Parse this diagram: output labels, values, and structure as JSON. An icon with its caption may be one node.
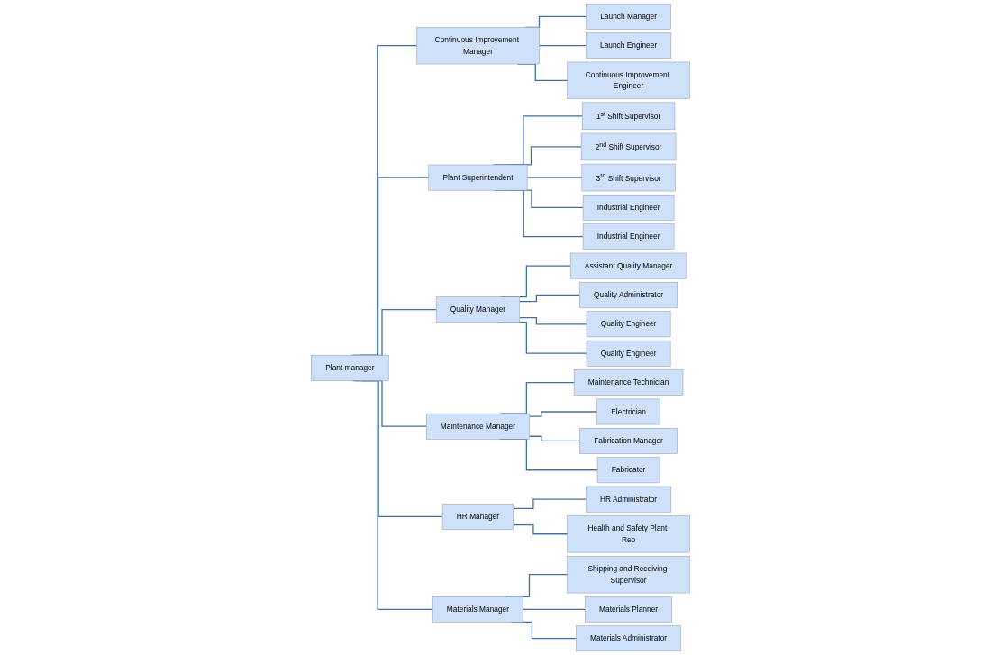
{
  "diagram": {
    "nodes": [
      {
        "text": [
          "Plant manager"
        ]
      },
      {
        "text": [
          "Continuous Improvement Manager"
        ]
      },
      {
        "text": [
          "Plant Superintendent"
        ]
      },
      {
        "text": [
          "Quality Manager"
        ]
      },
      {
        "text": [
          "Maintenance Manager"
        ]
      },
      {
        "text": [
          "HR Manager"
        ]
      },
      {
        "text": [
          "Materials Manager"
        ]
      },
      {
        "text": [
          "Launch Manager"
        ]
      },
      {
        "text": [
          "Launch Engineer"
        ]
      },
      {
        "text": [
          "Continuous Improvement Engineer"
        ]
      },
      {
        "text": [
          "1$^{st}$ Shift Supervisor"
        ]
      },
      {
        "text": [
          "2$^{nd}$ Shift Supervisor"
        ]
      },
      {
        "text": [
          "3$^{rd}$ Shift Supervisor"
        ]
      },
      {
        "text": [
          "Industrial Engineer"
        ]
      },
      {
        "text": [
          "Industrial Engineer"
        ]
      },
      {
        "text": [
          "Assistant Quality Manager"
        ]
      },
      {
        "text": [
          "Quality Administrator"
        ]
      },
      {
        "text": [
          "Quality Engineer"
        ]
      },
      {
        "text": [
          "Quality Engineer"
        ]
      },
      {
        "text": [
          "Maintenance Technician"
        ]
      },
      {
        "text": [
          "Electrician"
        ]
      },
      {
        "text": [
          "Fabrication Manager"
        ]
      },
      {
        "text": [
          "Fabricator"
        ]
      },
      {
        "text": [
          "HR Administrator"
        ]
      },
      {
        "text": [
          "Health and Safety Plant Rep"
        ]
      },
      {
        "text": [
          "Shipping and Receiving Supervisor"
        ]
      },
      {
        "text": [
          "Materials Planner"
        ]
      },
      {
        "text": [
          "Materials Administrator"
        ]
      }
    ],
    "edges": [
      {
        "from": 0,
        "to": 1,
        "arrow": "none"
      },
      {
        "from": 0,
        "to": 2,
        "arrow": "none"
      },
      {
        "from": 0,
        "to": 3,
        "arrow": "none"
      },
      {
        "from": 0,
        "to": 4,
        "arrow": "none"
      },
      {
        "from": 0,
        "to": 5,
        "arrow": "none"
      },
      {
        "from": 0,
        "to": 6,
        "arrow": "none"
      },
      {
        "from": 1,
        "to": 7,
        "arrow": "none"
      },
      {
        "from": 1,
        "to": 8,
        "arrow": "none"
      },
      {
        "from": 1,
        "to": 9,
        "arrow": "none"
      },
      {
        "from": 2,
        "to": 10,
        "arrow": "none"
      },
      {
        "from": 2,
        "to": 11,
        "arrow": "none"
      },
      {
        "from": 2,
        "to": 12,
        "arrow": "none"
      },
      {
        "from": 2,
        "to": 13,
        "arrow": "none"
      },
      {
        "from": 2,
        "to": 14,
        "arrow": "none"
      },
      {
        "from": 3,
        "to": 15,
        "arrow": "none"
      },
      {
        "from": 3,
        "to": 16,
        "arrow": "none"
      },
      {
        "from": 3,
        "to": 17,
        "arrow": "none"
      },
      {
        "from": 3,
        "to": 18,
        "arrow": "none"
      },
      {
        "from": 4,
        "to": 19,
        "arrow": "none"
      },
      {
        "from": 4,
        "to": 20,
        "arrow": "none"
      },
      {
        "from": 4,
        "to": 21,
        "arrow": "none"
      },
      {
        "from": 4,
        "to": 22,
        "arrow": "none"
      },
      {
        "from": 5,
        "to": 23,
        "arrow": "none"
      },
      {
        "from": 5,
        "to": 24,
        "arrow": "none"
      },
      {
        "from": 6,
        "to": 25,
        "arrow": "none"
      },
      {
        "from": 6,
        "to": 26,
        "arrow": "none"
      },
      {
        "from": 6,
        "to": 27,
        "arrow": "none"
      }
    ]
  }
}
